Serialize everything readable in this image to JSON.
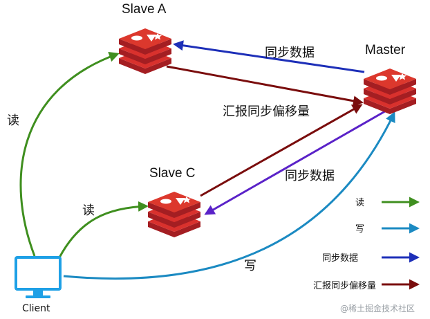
{
  "nodes": {
    "slave_a": "Slave A",
    "master": "Master",
    "slave_c": "Slave C",
    "client": "Client"
  },
  "edges": {
    "master_to_a": "同步数据",
    "a_to_master": "汇报同步偏移量",
    "client_to_a": "读",
    "client_to_c": "读",
    "master_to_c": "同步数据",
    "client_to_master": "写"
  },
  "legend": [
    {
      "label": "读",
      "color": "#3f8f1f"
    },
    {
      "label": "写",
      "color": "#1b8ac2"
    },
    {
      "label": "同步数据",
      "color": "#1d2fb8"
    },
    {
      "label": "汇报同步偏移量",
      "color": "#7a0d0d"
    }
  ],
  "colors": {
    "read": "#3f8f1f",
    "write": "#1b8ac2",
    "sync": "#1d2fb8",
    "report": "#7a0d0d",
    "sync_purple": "#5a22c8",
    "redis": "#c8262a",
    "client": "#1ea0e6"
  },
  "icons": {
    "redis": "redis-icon",
    "client": "monitor-icon"
  },
  "watermark": "@稀土掘金技术社区"
}
